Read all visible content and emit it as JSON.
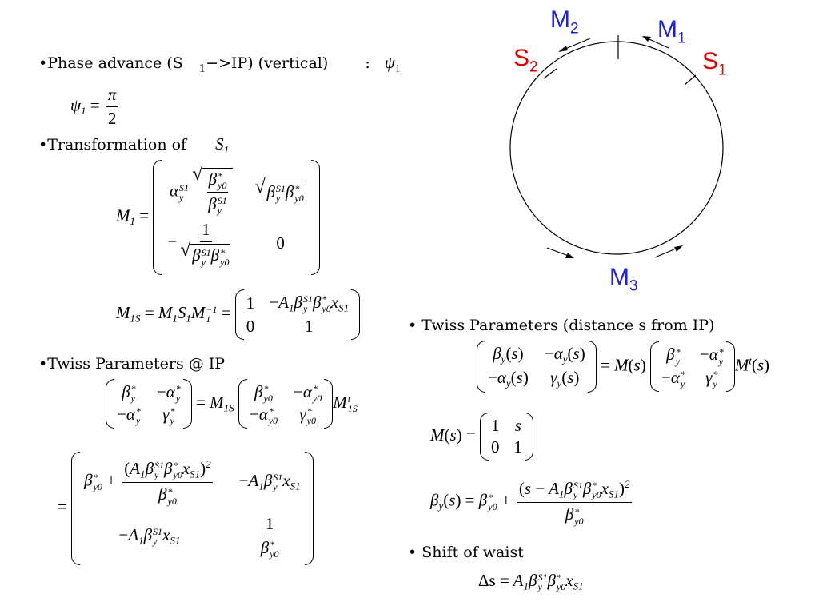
{
  "left": {
    "phase_advance_label": "•Phase advance (S",
    "phase_advance_sub": "1",
    "phase_advance_rest": "−>IP) (vertical)",
    "phase_colon": ":",
    "psi": "ψ",
    "psi_sub": "1",
    "psi_eq": "ψ",
    "psi_eq_sub": "1",
    "equals": "=",
    "pi": "π",
    "two": "2",
    "transformation_label": "•Transformation of",
    "S": "S",
    "S_sub": "1",
    "twiss_ip_label": "•Twiss Parameters @ IP"
  },
  "right": {
    "twiss_distance_label": "• Twiss Parameters (distance s from IP)",
    "shift_label": "• Shift of waist",
    "delta_s": "Δs"
  },
  "ring": {
    "labels": [
      {
        "text": "M",
        "sub": "2",
        "color": "#1f1fd6"
      },
      {
        "text": "M",
        "sub": "1",
        "color": "#1f1fd6"
      },
      {
        "text": "S",
        "sub": "2",
        "color": "#e00000"
      },
      {
        "text": "S",
        "sub": "1",
        "color": "#e00000"
      },
      {
        "text": "M",
        "sub": "3",
        "color": "#1f1fd6"
      }
    ]
  }
}
